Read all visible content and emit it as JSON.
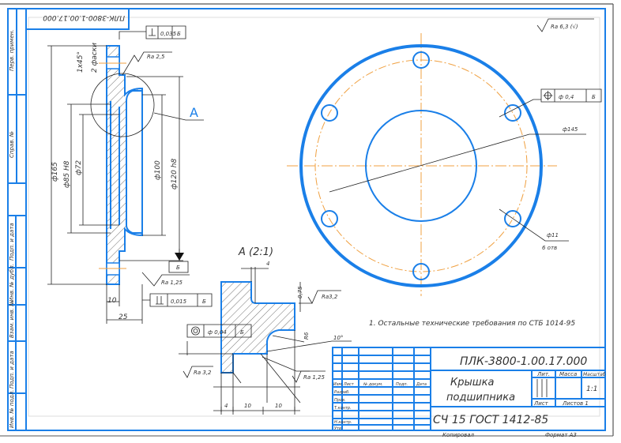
{
  "stamp_code": "ПЛК-3800-1.00.17.000",
  "colors": {
    "line": "#1a7fe8",
    "axis": "#f0a040",
    "ink": "#222222"
  },
  "section_view": {
    "perpendicularity": {
      "value": "0,035",
      "datum": "Б"
    },
    "chamfer": "1x45°",
    "chamfer_count": "2 фаски",
    "roughness_top": "Ra 2,5",
    "detail_label": "A",
    "dims": [
      "ф165",
      "ф85 H8",
      "ф72",
      "ф100",
      "ф120 h8"
    ],
    "datum_b": "Б",
    "roughness_bottom": "Ra 1,25",
    "runout": {
      "value": "0,015",
      "datum": "Б"
    },
    "width_10": "10",
    "width_25": "25"
  },
  "detail_view": {
    "title": "A (2:1)",
    "dim_4_top": "4",
    "dim_075": "0,75",
    "roughness_right": "Ra3,2",
    "concentricity": {
      "value": "ф 0,04",
      "datum": "Б"
    },
    "radius": "R6",
    "angle": "10°",
    "roughness_left": "Ra 3,2",
    "roughness_bottom": "Ra 1,25",
    "dims_bottom": [
      "4",
      "10",
      "10"
    ]
  },
  "front_view": {
    "roughness_general": "Ra 6,3 (√)",
    "position": {
      "value": "ф 0,4",
      "datum": "Б"
    },
    "bolt_circle": "ф145",
    "hole": "ф11",
    "hole_count": "6 отв"
  },
  "note": "1. Остальные технические требования по СТБ 1014-95",
  "title_block": {
    "code": "ПЛК-3800-1.00.17.000",
    "name_line1": "Крышка",
    "name_line2": "подшипника",
    "material": "СЧ 15 ГОСТ 1412-85",
    "lit": "Лит.",
    "mass": "Масса",
    "scale_label": "Масштаб",
    "scale": "1:1",
    "sheet": "Лист",
    "sheets": "Листов 1",
    "cols": [
      "Изм.",
      "Лист",
      "№ докум.",
      "Подп.",
      "Дата"
    ],
    "rows": [
      "Разраб.",
      "Пров.",
      "Т.контр.",
      "",
      "Н.контр.",
      "Утв."
    ],
    "copied": "Копировал",
    "format": "Формат А3"
  },
  "side_strip": [
    "Перв. примен.",
    "Справ. №",
    "Подп. и дата",
    "Инв. № дубл.",
    "Взам. инв. №",
    "Подп. и дата",
    "Инв. № подл."
  ]
}
